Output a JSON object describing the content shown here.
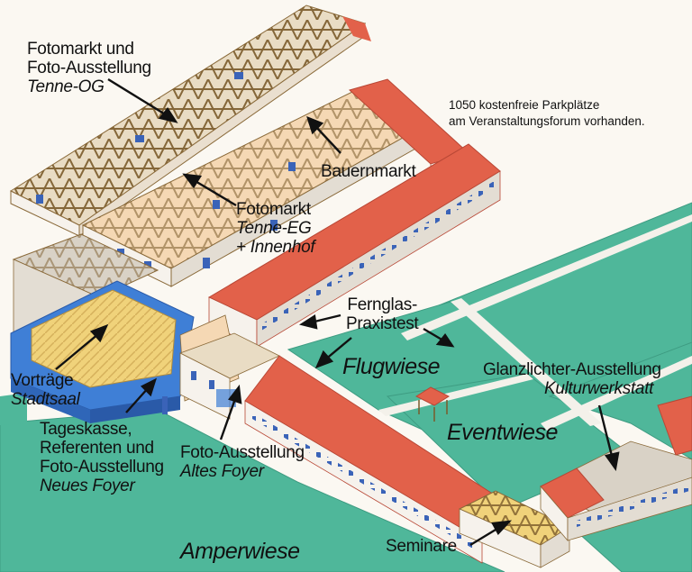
{
  "note": {
    "line1": "1050 kostenfreie Parkplätze",
    "line2": "am Veranstaltungsforum vorhanden."
  },
  "labels": {
    "fotomarkt_og": {
      "line1": "Fotomarkt und",
      "line2": "Foto-Ausstellung",
      "line3": "Tenne-OG"
    },
    "bauernmarkt": {
      "line1": "Bauernmarkt"
    },
    "fotomarkt_eg": {
      "line1": "Fotomarkt",
      "line2": "Tenne-EG",
      "line3": "+ Innenhof"
    },
    "fernglas": {
      "line1": "Fernglas-",
      "line2": "Praxistest"
    },
    "flugwiese": {
      "line1": "Flugwiese"
    },
    "glanzlichter": {
      "line1": "Glanzlichter-Ausstellung",
      "line2": "Kulturwerkstatt"
    },
    "vortraege": {
      "line1": "Vorträge",
      "line2": "Stadtsaal"
    },
    "eventwiese": {
      "line1": "Eventwiese"
    },
    "tageskasse": {
      "line1": "Tageskasse,",
      "line2": "Referenten und",
      "line3": "Foto-Ausstellung",
      "line4": "Neues Foyer"
    },
    "foto_altes": {
      "line1": "Foto-Ausstellung",
      "line2": "Altes Foyer"
    },
    "amperwiese": {
      "line1": "Amperwiese"
    },
    "seminare": {
      "line1": "Seminare"
    }
  },
  "colors": {
    "meadow": "#4fb79a",
    "meadow_edge": "#3e9c82",
    "path": "#f4f1ea",
    "roof": "#e2614a",
    "roof_dark": "#b84735",
    "wall": "#f6f2ec",
    "wall_shade": "#e3ddd3",
    "window": "#3a63b8",
    "timber": "#7a5a2a",
    "floor": "#f0d27a",
    "hall_blue": "#3f7fd6",
    "interior": "#f5d8b4"
  }
}
